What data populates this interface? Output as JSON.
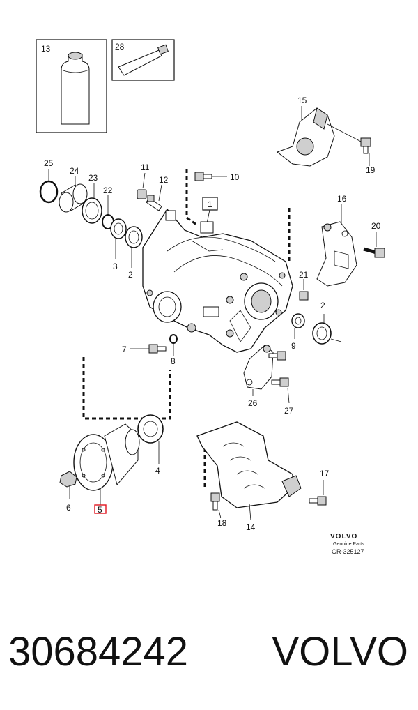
{
  "callouts": {
    "c1": "1",
    "c2a": "2",
    "c2b": "2",
    "c3": "3",
    "c4": "4",
    "c5": "5",
    "c6": "6",
    "c7": "7",
    "c8": "8",
    "c9": "9",
    "c10": "10",
    "c11": "11",
    "c12": "12",
    "c13": "13",
    "c14": "14",
    "c15": "15",
    "c16": "16",
    "c17": "17",
    "c18": "18",
    "c19": "19",
    "c20": "20",
    "c21": "21",
    "c22": "22",
    "c23": "23",
    "c24": "24",
    "c25": "25",
    "c26": "26",
    "c27": "27",
    "c28": "28"
  },
  "brand_block": {
    "logo_text": "VOLVO",
    "subtitle": "Genuine Parts",
    "code": "GR-325127"
  },
  "footer": {
    "part_number": "30684242",
    "brand": "VOLVO"
  },
  "highlight_color": "#e0141e"
}
